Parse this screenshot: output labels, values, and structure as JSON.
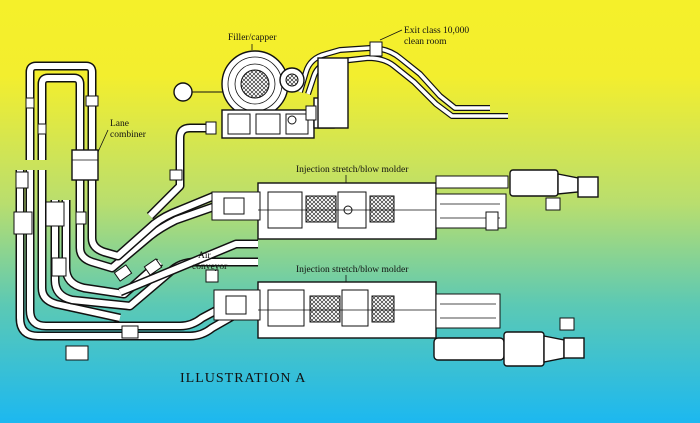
{
  "diagram": {
    "caption": "ILLUSTRATION A",
    "labels": {
      "filler_capper": "Filler/capper",
      "exit_line1": "Exit class 10,000",
      "exit_line2": "clean room",
      "lane_line1": "Lane",
      "lane_line2": "combiner",
      "molder_top": "Injection stretch/blow molder",
      "molder_bottom": "Injection stretch/blow molder",
      "conveyor_line1": "Air",
      "conveyor_line2": "conveyor"
    },
    "colors": {
      "background_top": "#F5F02A",
      "background_bottom": "#1CB8F0",
      "line_art": "#111111"
    }
  }
}
